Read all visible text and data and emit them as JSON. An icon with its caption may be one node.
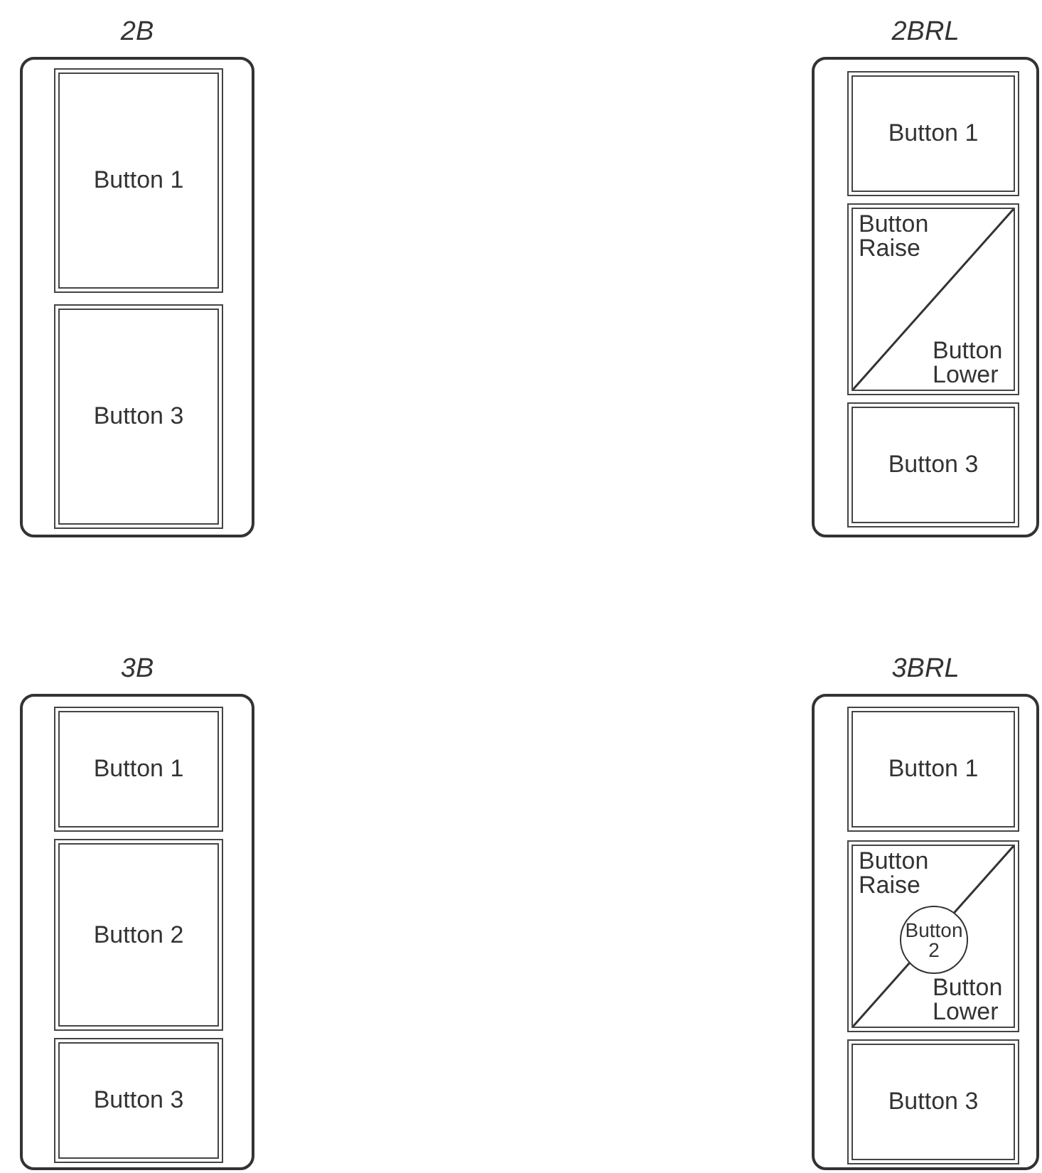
{
  "diagram": {
    "nodes": [
      {
        "text": [
          "2B"
        ]
      },
      {
        "text": [
          "Button 1"
        ],
        "in": 0
      },
      {
        "text": [
          "Button 3"
        ],
        "in": 0
      },
      {
        "text": [
          "2BRL"
        ]
      },
      {
        "text": [
          "Button 1"
        ],
        "in": 3
      },
      {
        "text": [
          "Button Raise",
          "Button Lower"
        ],
        "in": 3
      },
      {
        "text": [
          "Button 3"
        ],
        "in": 3
      },
      {
        "text": [
          "3B"
        ]
      },
      {
        "text": [
          "Button 1"
        ],
        "in": 7
      },
      {
        "text": [
          "Button 2"
        ],
        "in": 7
      },
      {
        "text": [
          "Button 3"
        ],
        "in": 7
      },
      {
        "text": [
          "3BRL"
        ]
      },
      {
        "text": [
          "Button 1"
        ],
        "in": 11
      },
      {
        "text": [
          "Button Raise",
          "Button Lower"
        ],
        "in": 11
      },
      {
        "text": [
          "Button 2"
        ],
        "in": 13
      },
      {
        "text": [
          "Button 3"
        ],
        "in": 11
      }
    ]
  }
}
